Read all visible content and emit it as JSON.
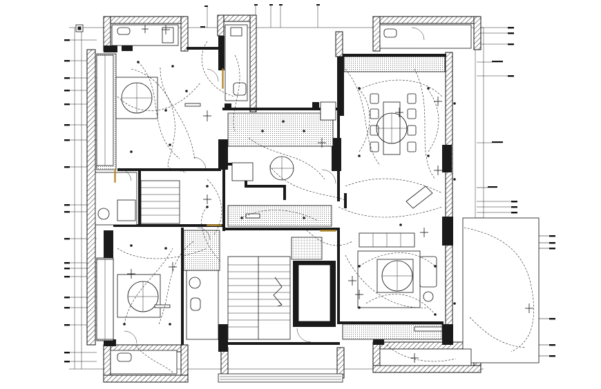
{
  "drawing": {
    "title": "",
    "type": "architectural floor plan with electrical / lighting layout",
    "colors": {
      "ink": "#111111",
      "wall": "#1a1a1a",
      "accent": "#b58a2a",
      "paper": "#ffffff"
    }
  },
  "left_tags_count": 24,
  "right_tags_count": 16,
  "top_tags_count": 14
}
